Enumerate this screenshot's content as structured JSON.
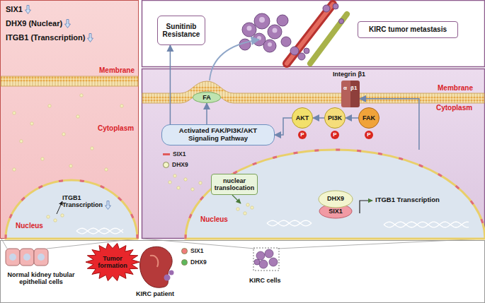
{
  "diagram": {
    "nodes": [
      {
        "text": [
          "SIX1",
          "DHX9 (Nuclear)",
          "ITGB1 (Transcription)",
          "Membrane",
          "Cytoplasm"
        ]
      },
      {
        "text": [
          "ITGB1 Transcription",
          "Nucleus"
        ],
        "in": 0
      },
      {
        "text": [
          "Sunitinib Resistance"
        ]
      },
      {
        "text": [
          "KIRC tumor metastasis"
        ]
      },
      {
        "text": [
          "Membrane",
          "Cytoplasm"
        ]
      },
      {
        "text": [
          "Integrin β1",
          "α",
          "β1"
        ],
        "in": 4
      },
      {
        "text": [
          "FA"
        ],
        "in": 4
      },
      {
        "text": [
          "AKT",
          "P"
        ],
        "in": 4
      },
      {
        "text": [
          "PI3K",
          "P"
        ],
        "in": 4
      },
      {
        "text": [
          "FAK",
          "P"
        ],
        "in": 4
      },
      {
        "text": [
          "Activated FAK/PI3K/AKT Signaling Pathway"
        ],
        "in": 4
      },
      {
        "text": [
          "nuclear translocation"
        ],
        "in": 4
      },
      {
        "text": [
          "Nucleus",
          "ITGB1 Transcription"
        ],
        "in": 4
      },
      {
        "text": [
          "DHX9",
          "SIX1"
        ],
        "in": 12
      },
      {
        "text": [
          "Tumor formation"
        ]
      }
    ],
    "edges": [
      {
        "from": 9,
        "to": 8,
        "arrow": "to"
      },
      {
        "from": 8,
        "to": 7,
        "arrow": "to"
      },
      {
        "from": 7,
        "to": 10,
        "arrow": "to"
      },
      {
        "from": 10,
        "to": 6,
        "arrow": "to"
      },
      {
        "from": 10,
        "to": 2,
        "arrow": "to"
      },
      {
        "from": 12,
        "to": 5,
        "arrow": "to"
      }
    ],
    "labels": [
      "Normal kidney tubular epithelial cells",
      "KIRC patient",
      "KIRC cells"
    ],
    "legend": [
      {
        "text": "SIX1",
        "color": "#e05a5a"
      },
      {
        "text": "DHX9",
        "color": "#f4f6c8"
      },
      {
        "text": "SIX1",
        "color": "#f07b7b"
      },
      {
        "text": "DHX9",
        "color": "#5cb85c"
      }
    ]
  }
}
